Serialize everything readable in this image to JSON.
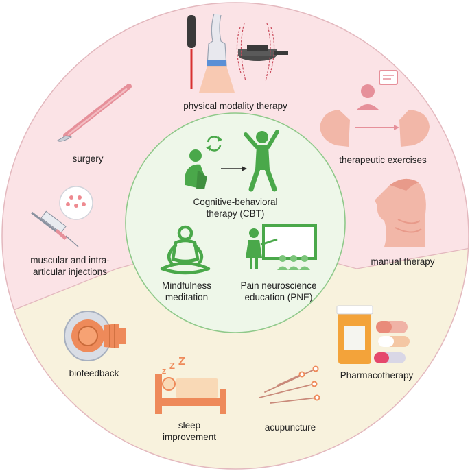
{
  "colors": {
    "outer_top_fill": "#fbe3e6",
    "outer_bottom_fill": "#f8f2dd",
    "inner_fill": "#eef7e9",
    "ring_stroke": "#e3b8be",
    "inner_stroke": "#8fc98a",
    "green": "#4aa84a",
    "pink": "#e6909a",
    "orange": "#ee8a5a"
  },
  "center": {
    "cbt": {
      "line1": "Cognitive-behavioral",
      "line2": "therapy   (CBT)",
      "icon": "person-transform-icon"
    },
    "mindfulness": {
      "line1": "Mindfulness",
      "line2": "meditation",
      "icon": "meditation-icon"
    },
    "pne": {
      "line1": "Pain neuroscience",
      "line2": "education (PNE)",
      "icon": "classroom-icon"
    }
  },
  "outer": {
    "physical_modality": {
      "label": "physical modality therapy",
      "icon": "modality-devices-icon"
    },
    "surgery": {
      "label": "surgery",
      "icon": "scalpel-icon"
    },
    "therapeutic_exercises": {
      "label": "therapeutic exercises",
      "icon": "jaw-exercise-icon"
    },
    "injections": {
      "line1": "muscular and intra-",
      "line2": "articular injections",
      "icon": "syringe-icon"
    },
    "manual_therapy": {
      "label": "manual therapy",
      "icon": "head-neck-icon"
    },
    "biofeedback": {
      "label": "biofeedback",
      "icon": "biofeedback-device-icon"
    },
    "pharmacotherapy": {
      "label": "Pharmacotherapy",
      "icon": "pill-bottle-icon"
    },
    "sleep": {
      "line1": "sleep",
      "line2": "improvement",
      "icon": "bed-icon"
    },
    "acupuncture": {
      "label": "acupuncture",
      "icon": "needles-icon"
    }
  }
}
